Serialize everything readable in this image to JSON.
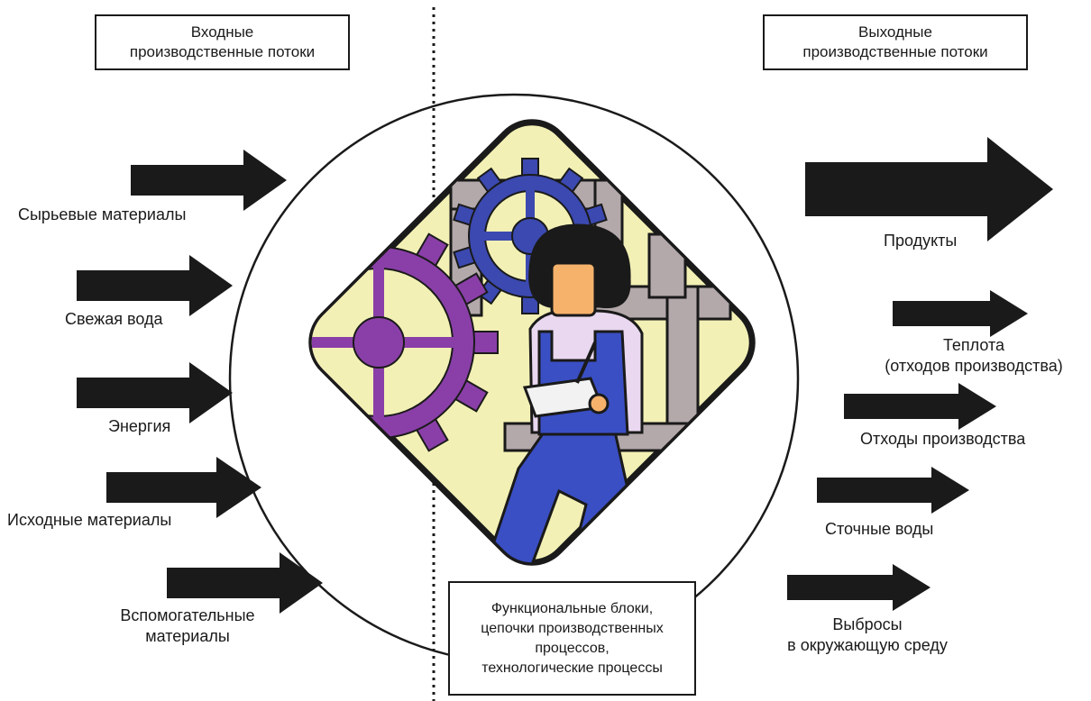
{
  "headers": {
    "input_line1": "Входные",
    "input_line2": "производственные потоки",
    "output_line1": "Выходные",
    "output_line2": "производственные потоки"
  },
  "inputs": [
    {
      "label": "Сырьевые материалы"
    },
    {
      "label": "Свежая вода"
    },
    {
      "label": "Энергия"
    },
    {
      "label": "Исходные материалы"
    },
    {
      "label_line1": "Вспомогательные",
      "label_line2": "материалы"
    }
  ],
  "outputs": [
    {
      "label": "Продукты"
    },
    {
      "label_line1": "Теплота",
      "label_line2": "(отходов производства)"
    },
    {
      "label": "Отходы производства"
    },
    {
      "label": "Сточные воды"
    },
    {
      "label_line1": "Выбросы",
      "label_line2": "в окружающую среду"
    }
  ],
  "center_box": {
    "line1": "Функциональные блоки,",
    "line2": "цепочки производственных",
    "line3": "процессов,",
    "line4": "технологические процессы"
  },
  "colors": {
    "ink": "#1a1a1a",
    "arrow": "#1a1a1a",
    "diamond_fill": "#f2f0b4",
    "pipe": "#b3a8aa",
    "gear_purple": "#8a3fa8",
    "gear_blue": "#3b49b0",
    "worker_blue": "#3a4fc4",
    "skin": "#f6b26b",
    "shirt": "#e9d8ef"
  },
  "icons": {
    "illustration": "factory-worker-with-gears-icon"
  }
}
